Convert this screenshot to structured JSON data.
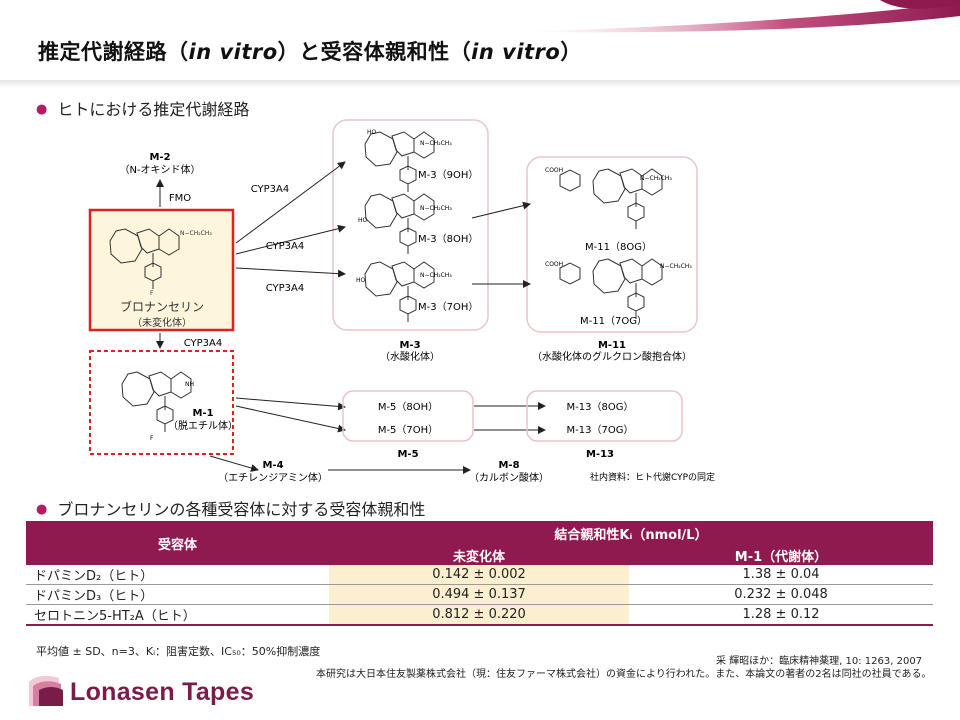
{
  "slide_title": {
    "part1": "推定代謝経路（",
    "italic1": "in vitro",
    "part2": "）と受容体親和性（",
    "italic2": "in vitro",
    "part3": "）"
  },
  "section1_bullet": "ヒトにおける推定代謝経路",
  "section2_bullet": "ブロナンセリンの各種受容体に対する受容体親和性",
  "pathway": {
    "m2_id": "M-2",
    "m2_name": "（N-オキシド体）",
    "fmo": "FMO",
    "parent_name": "ブロナンセリン",
    "parent_sub": "（未変化体）",
    "cyp_a": "CYP3A4",
    "cyp_b": "CYP3A4",
    "cyp_c": "CYP3A4",
    "cyp_d": "CYP3A4",
    "m3_9": "M-3（9OH）",
    "m3_8": "M-3（8OH）",
    "m3_7": "M-3（7OH）",
    "m3_id": "M-3",
    "m3_name": "（水酸化体）",
    "m11_8": "M-11（8OG）",
    "m11_7": "M-11（7OG）",
    "m11_id": "M-11",
    "m11_name": "（水酸化体のグルクロン酸抱合体）",
    "m1_id": "M-1",
    "m1_name": "（脱エチル体）",
    "m5_8": "M-5（8OH）",
    "m5_7": "M-5（7OH）",
    "m5_id": "M-5",
    "m13_8": "M-13（8OG）",
    "m13_7": "M-13（7OG）",
    "m13_id": "M-13",
    "m4_id": "M-4",
    "m4_name": "（エチレンジアミン体）",
    "m8_id": "M-8",
    "m8_name": "（カルボン酸体）",
    "source_note": "社内資料：ヒト代謝CYPの同定",
    "label_ho": "HO",
    "label_f": "F",
    "label_n": "N",
    "label_nh": "NH",
    "label_ethyl": "N−CH₂CH₃",
    "label_cooh": "COOH",
    "label_oh": "OH"
  },
  "table": {
    "header_receptor": "受容体",
    "header_affinity": "結合親和性Kᵢ（nmol/L）",
    "header_parent": "未変化体",
    "header_m1": "M-1（代謝体）",
    "rows": [
      {
        "receptor": "ドパミンD₂（ヒト）",
        "parent": "0.142 ± 0.002",
        "m1": "1.38 ± 0.04"
      },
      {
        "receptor": "ドパミンD₃（ヒト）",
        "parent": "0.494 ± 0.137",
        "m1": "0.232 ± 0.048"
      },
      {
        "receptor": "セロトニン5-HT₂A（ヒト）",
        "parent": "0.812 ± 0.220",
        "m1": "1.28 ± 0.12"
      }
    ]
  },
  "footnote": "平均値 ± SD、n=3、Kᵢ：阻害定数、IC₅₀：50%抑制濃度",
  "reference": "采 輝昭ほか：臨床精神薬理, 10: 1263, 2007",
  "funding_note": "本研究は大日本住友製薬株式会社（現：住友ファーマ株式会社）の資金により行われた。また、本論文の著者の2名は同社の社員である。",
  "logo": {
    "text": "Lonasen Tapes",
    "brand_color": "#7a1c4a"
  },
  "colors": {
    "accent": "#8f1a50",
    "parent_box": "#e02020",
    "highlight": "#fcefcf"
  }
}
